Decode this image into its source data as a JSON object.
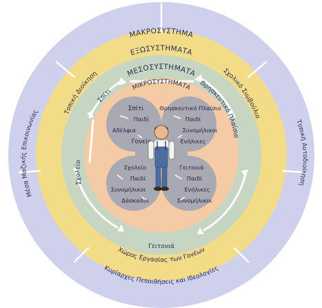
{
  "rings": {
    "macro": "ΜΑΚΡΟΣΥΣΤΗΜΑ",
    "exo": "ΕΞΩΣΥΣΤΗΜΑΤΑ",
    "meso": "ΜΕΣΟΣΥΣΤΗΜΑΤΑ",
    "micro": "ΜΙΚΡΟΣΥΣΤΗΜΑΤΑ"
  },
  "macro_bottom": "Κυρίαρχες Πεποιθήσεις και Ιδεολογίες",
  "exo_items": {
    "top_left": "Τοπική Διοίκηση",
    "top_right": "Σχολικό Συμβούλιο",
    "left": "Μέσα Μαζικής Επικοινωνίας",
    "right": "Τοπική Αυτοδιοίκηση",
    "bottom": "Χώρος Εργασίας των Γονέων"
  },
  "meso_items": {
    "top_left": "Σπίτι",
    "top_right": "Θρησκευτικό Πλαίσιο",
    "left": "Σχολείο",
    "bottom": "Γειτονιά"
  },
  "leaves": {
    "top_left": {
      "title": "Σπίτι",
      "child": "Παιδί",
      "a": "Αδέλφια",
      "b": "Γονείς"
    },
    "top_right": {
      "title": "Θρησκευτικό Πλαίσιο",
      "child": "Παιδί",
      "a": "Συνομήλικοι",
      "b": "Ενήλικες"
    },
    "bottom_left": {
      "title": "Σχολείο",
      "child": "Παιδί",
      "a": "Συνομήλικοι",
      "b": "Δάσκαλοι"
    },
    "bottom_right": {
      "title": "Γειτονιά",
      "child": "Παιδί",
      "a": "Ενήλικες",
      "b": "Συνομήλικοι"
    }
  },
  "colors": {
    "macro": "#cfd0ec",
    "exo": "#f3dc88",
    "meso": "#c6d6c3",
    "core": "#f4cba4",
    "leaf": "#a9a9b4",
    "arrow": "#ffffff"
  }
}
